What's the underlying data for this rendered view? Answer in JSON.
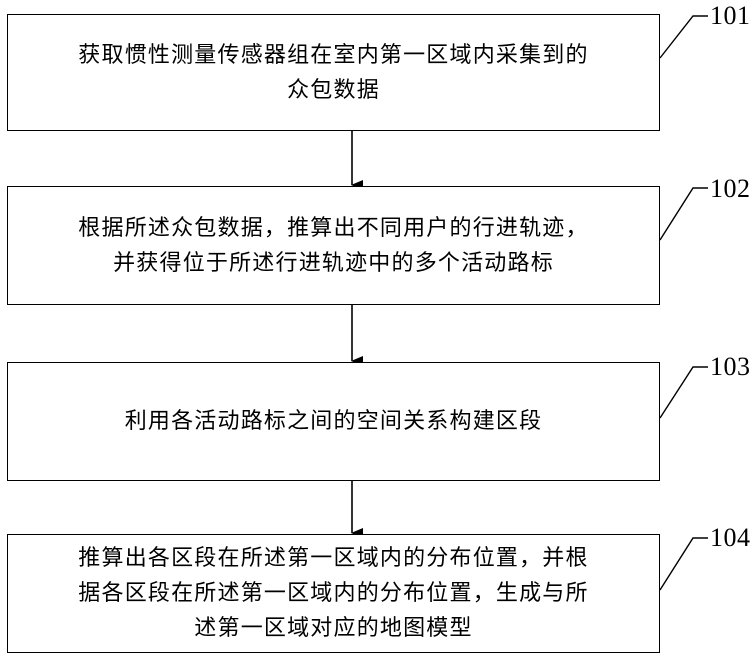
{
  "steps": [
    {
      "id": "101",
      "text": "获取惯性测量传感器组在室内第一区域内采集到的\n众包数据"
    },
    {
      "id": "102",
      "text": "根据所述众包数据，推算出不同用户的行进轨迹，\n并获得位于所述行进轨迹中的多个活动路标"
    },
    {
      "id": "103",
      "text": "利用各活动路标之间的空间关系构建区段"
    },
    {
      "id": "104",
      "text": "推算出各区段在所述第一区域内的分布位置，并根\n据各区段在所述第一区域内的分布位置，生成与所\n述第一区域对应的地图模型"
    }
  ]
}
